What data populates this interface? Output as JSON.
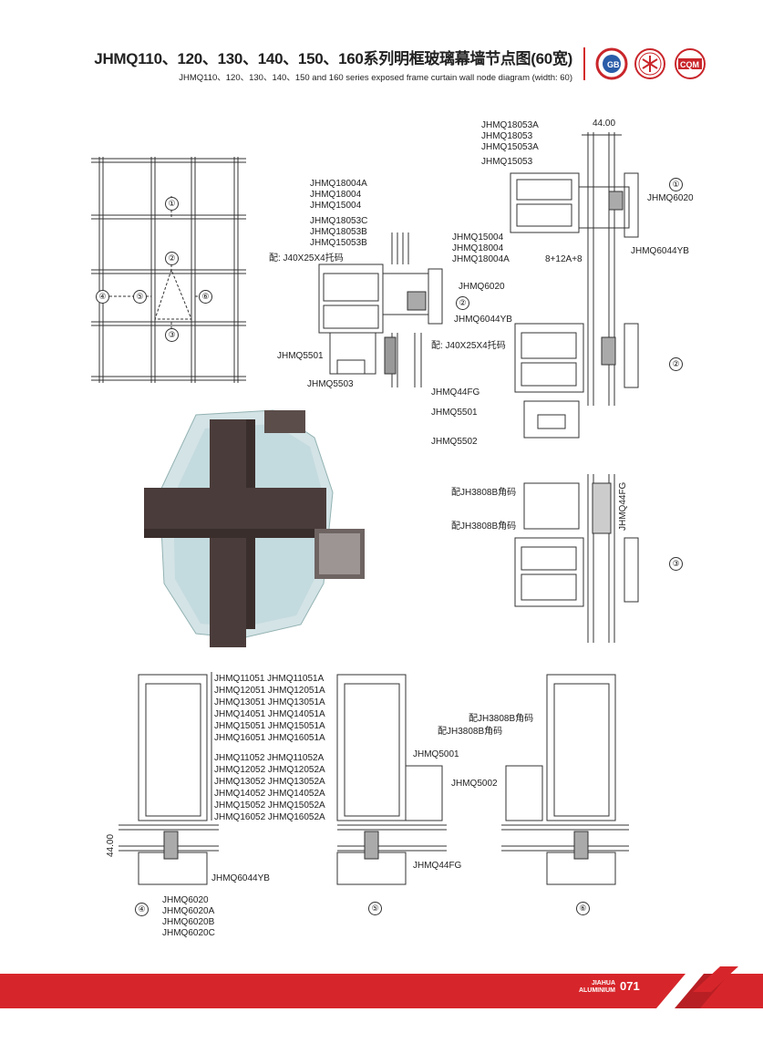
{
  "header": {
    "title": "JHMQ110、120、130、140、150、160系列明框玻璃幕墙节点图(60宽)",
    "subtitle": "JHMQ110、120、130、140、150 and 160 series exposed frame curtain wall node diagram (width: 60)",
    "logos": [
      "gb-cert-logo",
      "snowflake-seal-logo",
      "cqm-logo"
    ],
    "logo_text": {
      "cqm": "CQM"
    }
  },
  "elevation": {
    "circles": [
      "①",
      "②",
      "③",
      "④",
      "⑤",
      "⑥"
    ]
  },
  "section_top_left": {
    "labels_a": [
      "JHMQ18004A",
      "JHMQ18004",
      "JHMQ15004"
    ],
    "labels_b": [
      "JHMQ18053C",
      "JHMQ18053B",
      "JHMQ15053B"
    ],
    "bracket": "配: J40X25X4托码",
    "gasket": "JHMQ6020",
    "seal": "JHMQ6044YB",
    "sub1": "JHMQ5501",
    "sub2": "JHMQ5503",
    "marker": "②"
  },
  "section_right_1": {
    "labels_top": [
      "JHMQ18053A",
      "JHMQ18053",
      "JHMQ15053A",
      "JHMQ15053"
    ],
    "dimension": "44.00",
    "gasket": "JHMQ6020",
    "labels_mid": [
      "JHMQ15004",
      "JHMQ18004",
      "JHMQ18004A"
    ],
    "glass": "8+12A+8",
    "seal": "JHMQ6044YB",
    "marker": "①"
  },
  "section_right_2": {
    "bracket": "配: J40X25X4托码",
    "cover": "JHMQ44FG",
    "sub1": "JHMQ5501",
    "sub2": "JHMQ5502",
    "marker": "②"
  },
  "section_right_3": {
    "corner1": "配JH3808B角码",
    "corner2": "配JH3808B角码",
    "cover_vertical": "JHMQ44FG",
    "marker": "③"
  },
  "bottom": {
    "list_a": [
      "JHMQ11051 JHMQ11051A",
      "JHMQ12051 JHMQ12051A",
      "JHMQ13051 JHMQ13051A",
      "JHMQ14051 JHMQ14051A",
      "JHMQ15051 JHMQ15051A",
      "JHMQ16051 JHMQ16051A"
    ],
    "list_b": [
      "JHMQ11052 JHMQ11052A",
      "JHMQ12052 JHMQ12052A",
      "JHMQ13052 JHMQ13052A",
      "JHMQ14052 JHMQ14052A",
      "JHMQ15052 JHMQ15052A",
      "JHMQ16052 JHMQ16052A"
    ],
    "dimension": "44.00",
    "seal": "JHMQ6044YB",
    "gaskets": [
      "JHMQ6020",
      "JHMQ6020A",
      "JHMQ6020B",
      "JHMQ6020C"
    ],
    "corner1": "配JH3808B角码",
    "corner2": "配JH3808B角码",
    "sub1": "JHMQ5001",
    "sub2": "JHMQ5002",
    "cover": "JHMQ44FG",
    "markers": [
      "④",
      "⑤",
      "⑥"
    ]
  },
  "footer": {
    "brand_line1": "JIAHUA",
    "brand_line2": "ALUMINIUM",
    "page": "071",
    "accent_color": "#d7262b"
  }
}
